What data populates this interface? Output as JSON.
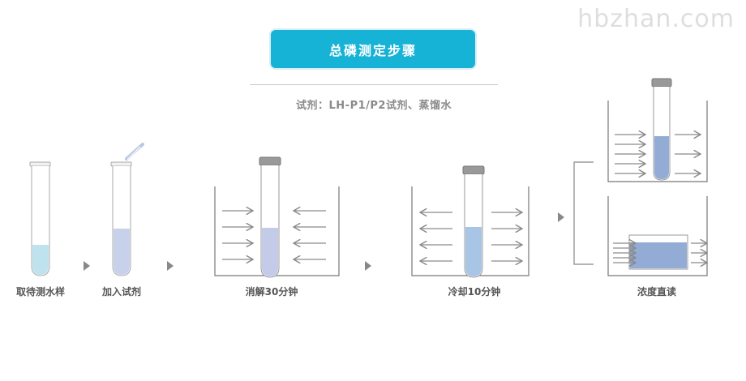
{
  "watermark": "hbzhan.com",
  "title": "总磷测定步骤",
  "reagent_note": "试剂：LH-P1/P2试剂、蒸馏水",
  "steps": [
    {
      "label": "取待测水样"
    },
    {
      "label": "加入试剂"
    },
    {
      "label": "消解30分钟"
    },
    {
      "label": "冷却10分钟"
    },
    {
      "label": "浓度直读"
    }
  ],
  "colors": {
    "title_bg": "#17b3d6",
    "sample_liquid": "#bfe3ee",
    "reagent_liquid": "#c7d2ea",
    "digest_liquid": "#c3cbe8",
    "cool_liquid": "#a9c5e6",
    "read_liquid": "#92acd6",
    "arrow": "#8a8a8a",
    "bath_line": "#777777"
  }
}
